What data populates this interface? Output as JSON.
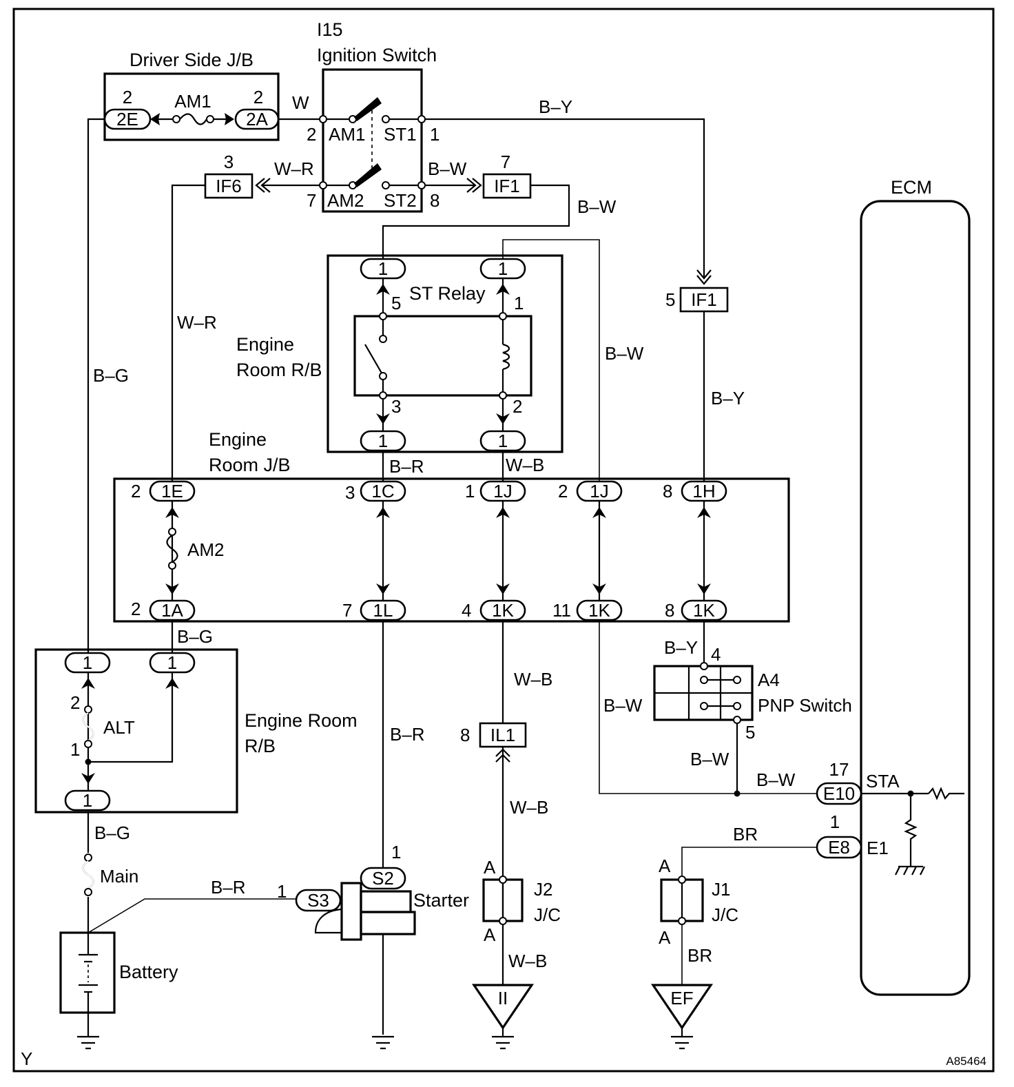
{
  "labels": {
    "driver_jb": "Driver Side J/B",
    "ign_code": "I15",
    "ign_name": "Ignition Switch",
    "ecm": "ECM",
    "st_relay": "ST Relay",
    "er_rb1_l1": "Engine",
    "er_rb1_l2": "Room R/B",
    "er_jb_l1": "Engine",
    "er_jb_l2": "Room J/B",
    "er_rb2_l1": "Engine Room",
    "er_rb2_l2": "R/B",
    "fuse_am1": "AM1",
    "fuse_am2": "AM2",
    "fuse_alt": "ALT",
    "fuse_main": "Main",
    "battery": "Battery",
    "starter": "Starter",
    "pnp_code": "A4",
    "pnp_name": "PNP Switch",
    "j2": "J2",
    "j1": "J1",
    "jc": "J/C",
    "sta": "STA",
    "e1": "E1",
    "ground_ii": "II",
    "ground_ef": "EF",
    "corner_left": "Y",
    "corner_right": "A85464",
    "sw_am1": "AM1",
    "sw_st1": "ST1",
    "sw_am2": "AM2",
    "sw_st2": "ST2"
  },
  "wire_colors": {
    "w": "W",
    "by": "B–Y",
    "wr": "W–R",
    "bw": "B–W",
    "bg": "B–G",
    "br": "B–R",
    "wb": "W–B",
    "brown": "BR"
  },
  "connectors": {
    "c2E": "2E",
    "c2A": "2A",
    "IF6": "IF6",
    "IF1": "IF1",
    "c1E": "1E",
    "c1C": "1C",
    "c1J": "1J",
    "c1H": "1H",
    "c1A": "1A",
    "c1L": "1L",
    "c1K": "1K",
    "IL1": "IL1",
    "S2": "S2",
    "S3": "S3",
    "E10": "E10",
    "E8": "E8",
    "one": "1"
  },
  "pins": {
    "p1": "1",
    "p2": "2",
    "p3": "3",
    "p4": "4",
    "p5": "5",
    "p7": "7",
    "p8": "8",
    "p11": "11",
    "p17": "17",
    "pA": "A"
  }
}
